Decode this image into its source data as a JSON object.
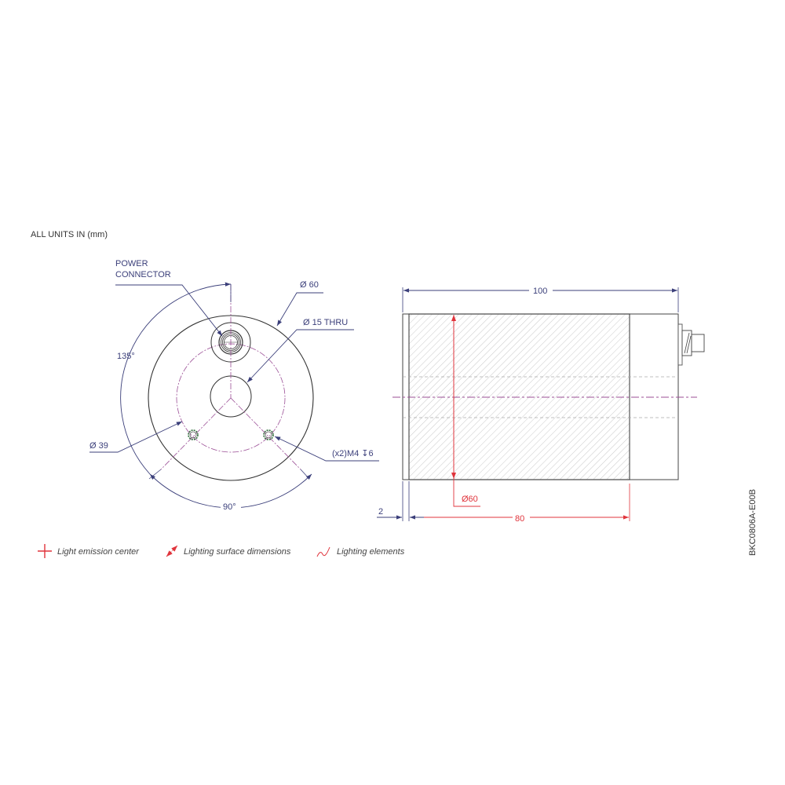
{
  "header": {
    "units_note": "ALL UNITS IN (mm)"
  },
  "front_view": {
    "power_connector_label_line1": "POWER",
    "power_connector_label_line2": "CONNECTOR",
    "outer_diameter": "Ø 60",
    "center_hole": "Ø 15 THRU",
    "bolt_circle": "Ø 39",
    "mount_holes": "(x2)M4 ↧6",
    "angle_top": "135°",
    "angle_bottom": "90°"
  },
  "side_view": {
    "overall_length": "100",
    "lighting_length": "80",
    "front_offset": "2",
    "lighting_diameter": "Ø60"
  },
  "legend": [
    {
      "icon": "red-cross-icon",
      "label": "Light emission center"
    },
    {
      "icon": "red-double-arrow-icon",
      "label": "Lighting surface dimensions"
    },
    {
      "icon": "red-wave-icon",
      "label": "Lighting elements"
    }
  ],
  "part_number": "BKC0806A-E00B",
  "colors": {
    "dimension": "#3b3f7a",
    "outline": "#333333",
    "centerline": "#9b4f96",
    "lighting": "#e0343c",
    "hatch": "#b8b8b8"
  }
}
